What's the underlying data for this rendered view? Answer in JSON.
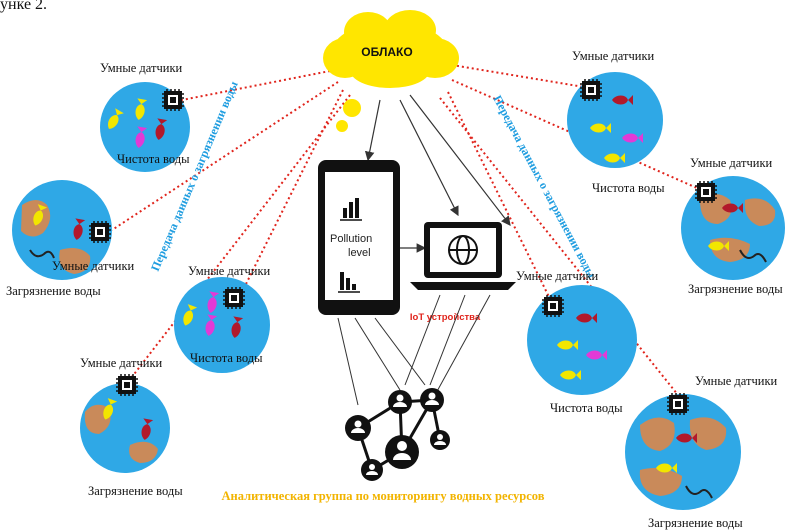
{
  "figure_prefix": "унке 2.",
  "cloud": {
    "label": "ОБЛАКО"
  },
  "transmission_label_left": "Передача данных о загрязнении воды",
  "transmission_label_right": "Передача данных о загрязнении воды",
  "phone": {
    "label_line1": "Pollution",
    "label_line2": "level"
  },
  "iot_label": "IoT устройства",
  "analytic_group_label": "Аналитическая группа по мониторингу водных ресурсов",
  "labels": {
    "sensors_1": "Умные датчики",
    "clean_1": "Чистота воды",
    "polluted_left": "Загрязнение воды",
    "sensors_2": "Умные датчики",
    "sensors_3": "Умные датчики",
    "clean_3": "Чистота воды",
    "sensors_4": "Умные датчики",
    "polluted_4": "Загрязнение воды",
    "sensors_r1": "Умные датчики",
    "clean_r1": "Чистота воды",
    "sensors_r2": "Умные датчики",
    "polluted_r2": "Загрязнение воды",
    "sensors_r3": "Умные датчики",
    "clean_r3": "Чистота воды",
    "sensors_r4": "Умные датчики",
    "polluted_r4": "Загрязнение воды"
  },
  "colors": {
    "water": "#2fa8e6",
    "pollution": "#c98a5a",
    "cloud": "#ffe600",
    "signal_line": "#e0241c",
    "transmission_text": "#1f9de0",
    "analytic_text": "#f2b400"
  }
}
